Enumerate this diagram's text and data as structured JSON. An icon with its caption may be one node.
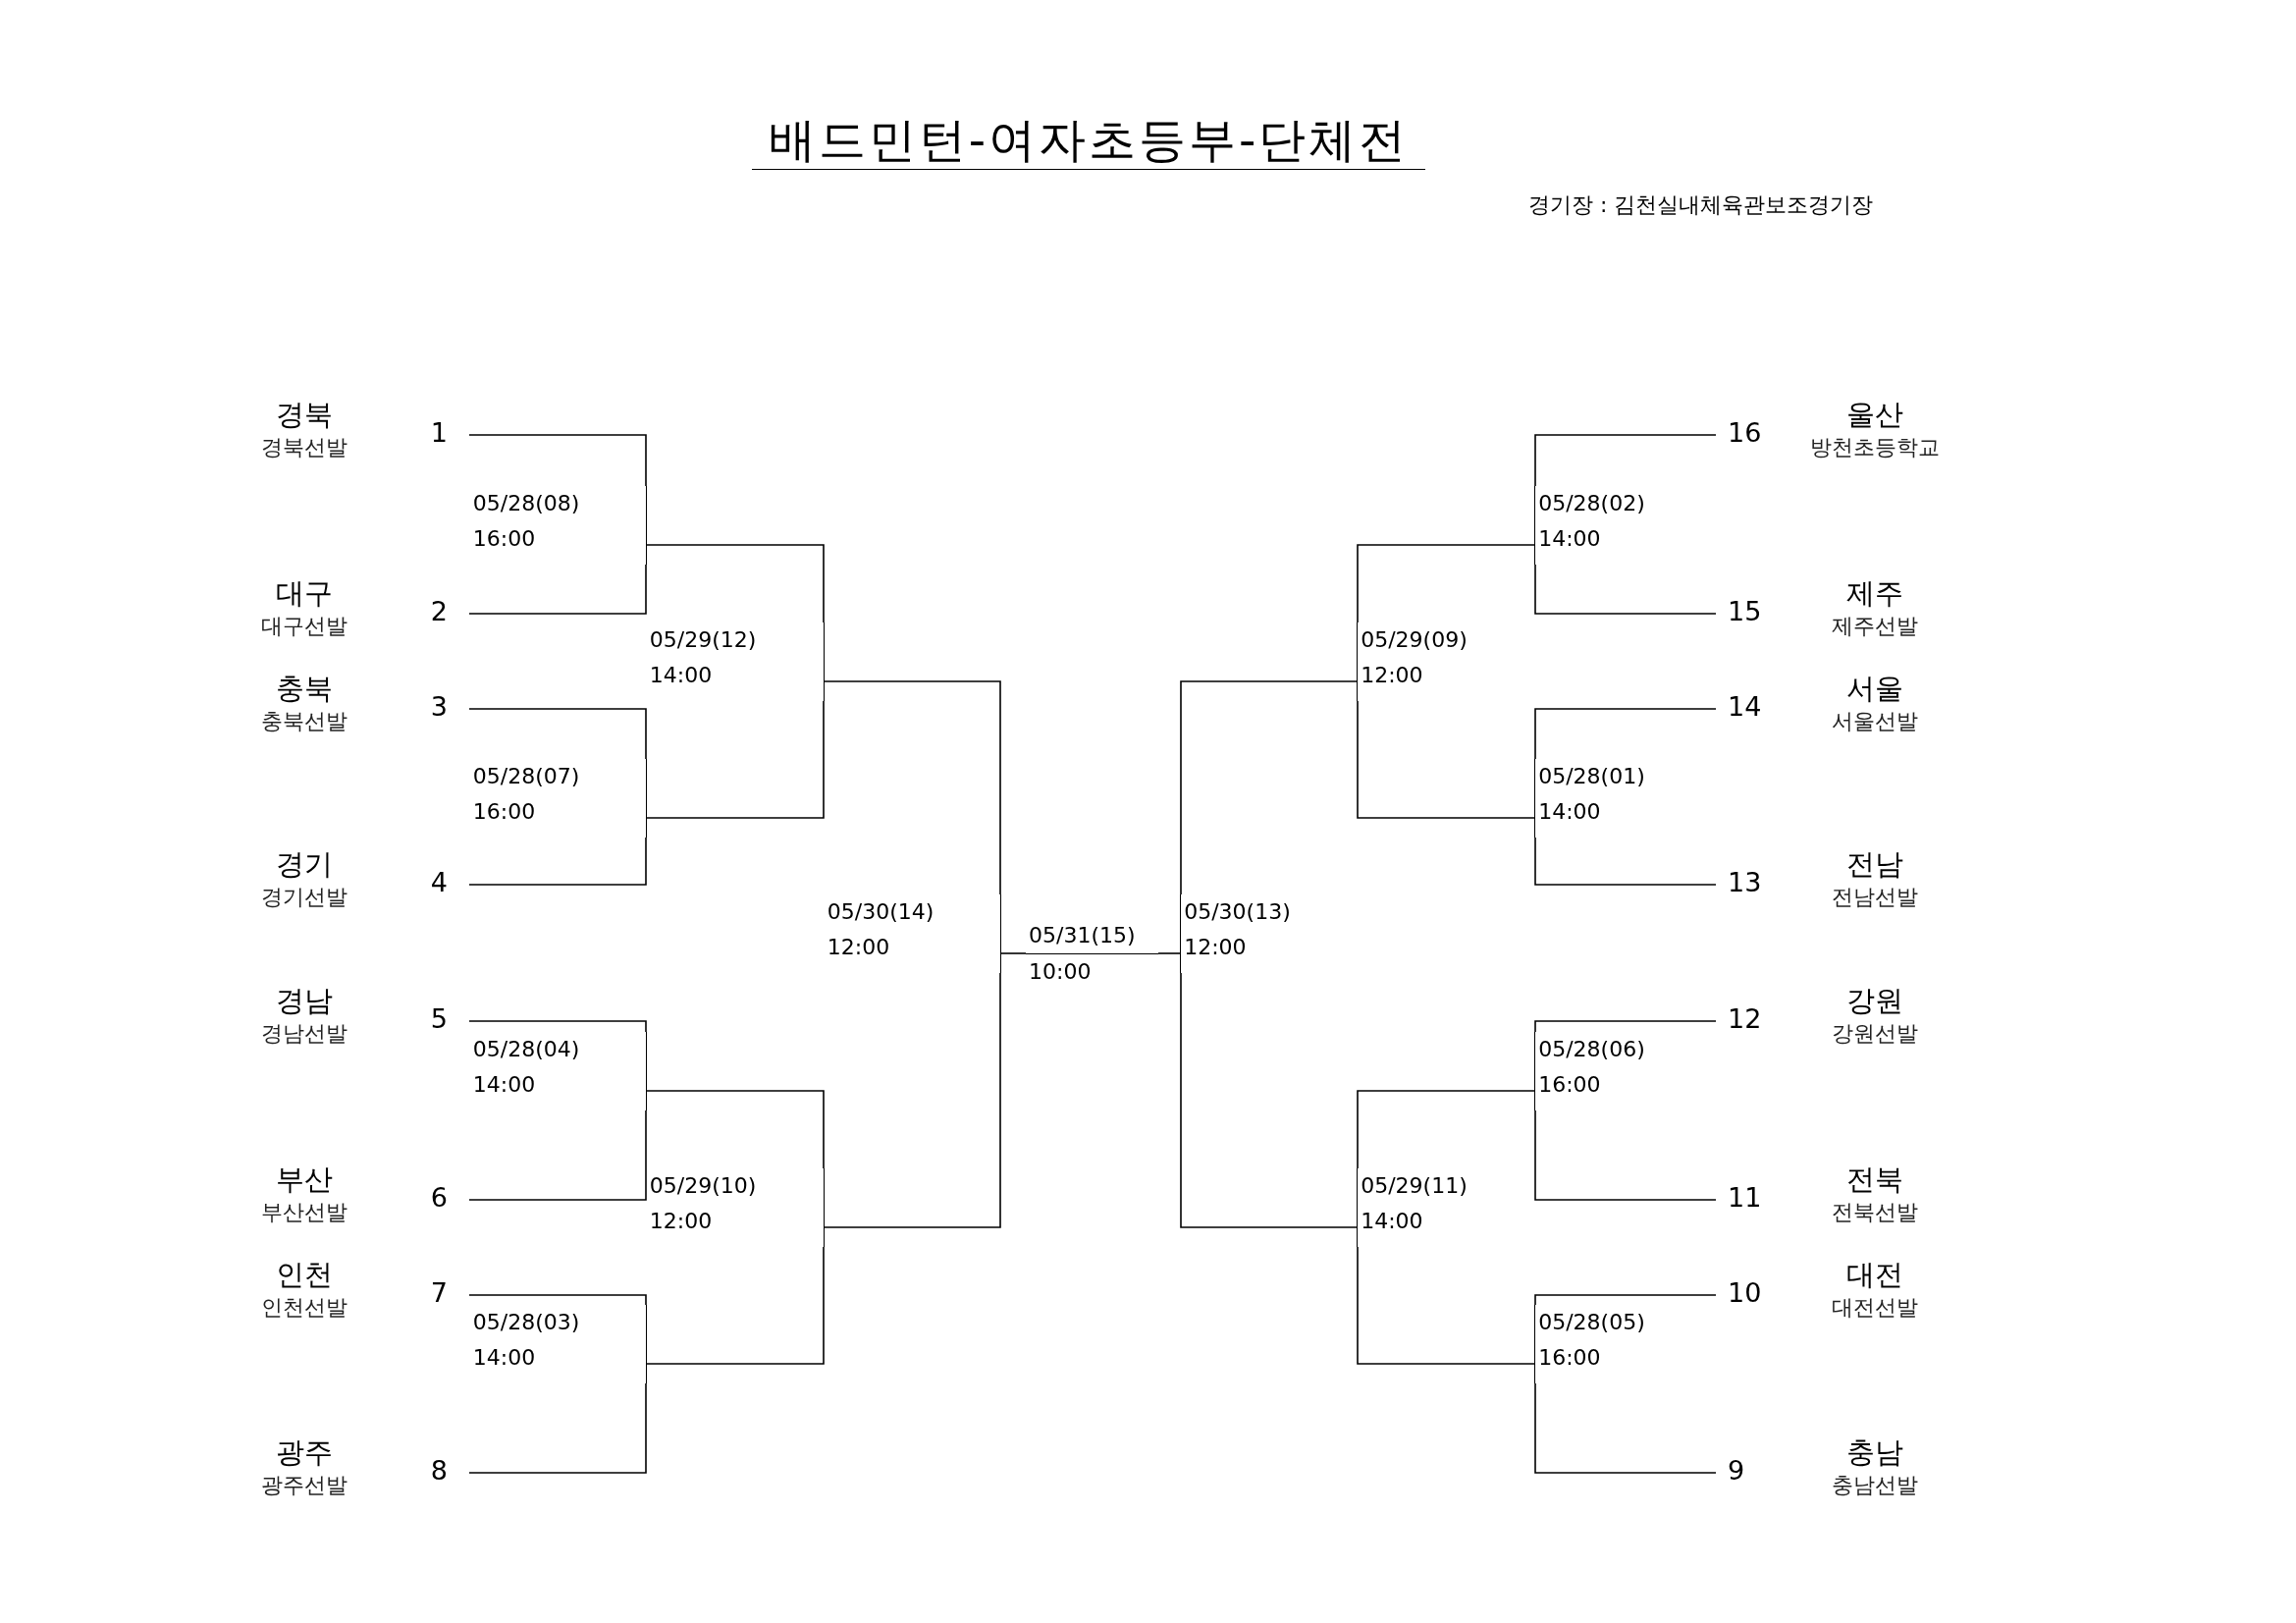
{
  "diagram": {
    "title": "배드민턴-여자초등부-단체전",
    "nodes": [
      {
        "text": [
          "경북",
          "경북선발"
        ],
        "beside": [
          "1"
        ]
      },
      {
        "text": [
          "대구",
          "대구선발"
        ],
        "beside": [
          "2"
        ]
      },
      {
        "text": [
          "충북",
          "충북선발"
        ],
        "beside": [
          "3"
        ]
      },
      {
        "text": [
          "경기",
          "경기선발"
        ],
        "beside": [
          "4"
        ]
      },
      {
        "text": [
          "경남",
          "경남선발"
        ],
        "beside": [
          "5"
        ]
      },
      {
        "text": [
          "부산",
          "부산선발"
        ],
        "beside": [
          "6"
        ]
      },
      {
        "text": [
          "인천",
          "인천선발"
        ],
        "beside": [
          "7"
        ]
      },
      {
        "text": [
          "광주",
          "광주선발"
        ],
        "beside": [
          "8"
        ]
      },
      {
        "text": [
          "울산",
          "방천초등학교"
        ],
        "beside": [
          "16"
        ]
      },
      {
        "text": [
          "제주",
          "제주선발"
        ],
        "beside": [
          "15"
        ]
      },
      {
        "text": [
          "서울",
          "서울선발"
        ],
        "beside": [
          "14"
        ]
      },
      {
        "text": [
          "전남",
          "전남선발"
        ],
        "beside": [
          "13"
        ]
      },
      {
        "text": [
          "강원",
          "강원선발"
        ],
        "beside": [
          "12"
        ]
      },
      {
        "text": [
          "전북",
          "전북선발"
        ],
        "beside": [
          "11"
        ]
      },
      {
        "text": [
          "대전",
          "대전선발"
        ],
        "beside": [
          "10"
        ]
      },
      {
        "text": [
          "충남",
          "충남선발"
        ],
        "beside": [
          "9"
        ]
      },
      {
        "text": [
          "05/28(08)",
          "16:00"
        ]
      },
      {
        "text": [
          "05/28(07)",
          "16:00"
        ]
      },
      {
        "text": [
          "05/28(04)",
          "14:00"
        ]
      },
      {
        "text": [
          "05/28(03)",
          "14:00"
        ]
      },
      {
        "text": [
          "05/29(12)",
          "14:00"
        ]
      },
      {
        "text": [
          "05/29(10)",
          "12:00"
        ]
      },
      {
        "text": [
          "05/30(14)",
          "12:00"
        ]
      },
      {
        "text": [
          "05/31(15)",
          "10:00"
        ]
      },
      {
        "text": [
          "05/30(13)",
          "12:00"
        ]
      },
      {
        "text": [
          "05/29(09)",
          "12:00"
        ]
      },
      {
        "text": [
          "05/29(11)",
          "14:00"
        ]
      },
      {
        "text": [
          "05/28(02)",
          "14:00"
        ]
      },
      {
        "text": [
          "05/28(01)",
          "14:00"
        ]
      },
      {
        "text": [
          "05/28(06)",
          "16:00"
        ]
      },
      {
        "text": [
          "05/28(05)",
          "16:00"
        ]
      }
    ],
    "edges": [
      {
        "from": 0,
        "to": 16,
        "arrow": "none"
      },
      {
        "from": 1,
        "to": 16,
        "arrow": "none"
      },
      {
        "from": 2,
        "to": 17,
        "arrow": "none"
      },
      {
        "from": 3,
        "to": 17,
        "arrow": "none"
      },
      {
        "from": 4,
        "to": 18,
        "arrow": "none"
      },
      {
        "from": 5,
        "to": 18,
        "arrow": "none"
      },
      {
        "from": 6,
        "to": 19,
        "arrow": "none"
      },
      {
        "from": 7,
        "to": 19,
        "arrow": "none"
      },
      {
        "from": 16,
        "to": 20,
        "arrow": "none"
      },
      {
        "from": 17,
        "to": 20,
        "arrow": "none"
      },
      {
        "from": 18,
        "to": 21,
        "arrow": "none"
      },
      {
        "from": 19,
        "to": 21,
        "arrow": "none"
      },
      {
        "from": 20,
        "to": 22,
        "arrow": "none"
      },
      {
        "from": 21,
        "to": 22,
        "arrow": "none"
      },
      {
        "from": 22,
        "to": 23,
        "arrow": "none"
      },
      {
        "from": 24,
        "to": 23,
        "arrow": "none"
      },
      {
        "from": 25,
        "to": 24,
        "arrow": "none"
      },
      {
        "from": 26,
        "to": 24,
        "arrow": "none"
      },
      {
        "from": 27,
        "to": 25,
        "arrow": "none"
      },
      {
        "from": 28,
        "to": 25,
        "arrow": "none"
      },
      {
        "from": 29,
        "to": 26,
        "arrow": "none"
      },
      {
        "from": 30,
        "to": 26,
        "arrow": "none"
      },
      {
        "from": 8,
        "to": 27,
        "arrow": "none"
      },
      {
        "from": 9,
        "to": 27,
        "arrow": "none"
      },
      {
        "from": 10,
        "to": 28,
        "arrow": "none"
      },
      {
        "from": 11,
        "to": 28,
        "arrow": "none"
      },
      {
        "from": 12,
        "to": 29,
        "arrow": "none"
      },
      {
        "from": 13,
        "to": 29,
        "arrow": "none"
      },
      {
        "from": 14,
        "to": 30,
        "arrow": "none"
      },
      {
        "from": 15,
        "to": 30,
        "arrow": "none"
      }
    ],
    "labels": [
      "경기장 : 김천실내체육관보조경기장"
    ]
  }
}
